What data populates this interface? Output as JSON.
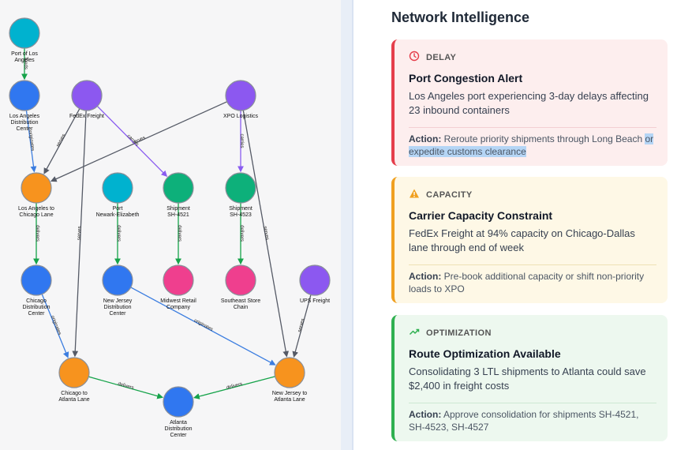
{
  "graph": {
    "nodes": [
      {
        "id": "port-la",
        "label": [
          "Port of Los",
          "Angeles"
        ],
        "color": "#00b2cf",
        "icon": "port-node"
      },
      {
        "id": "la-dc",
        "label": [
          "Los Angeles",
          "Distribution",
          "Center"
        ],
        "color": "#3077f0",
        "icon": "dc-node"
      },
      {
        "id": "fedex",
        "label": [
          "FedEx Freight"
        ],
        "color": "#8c58f0",
        "icon": "carrier-node"
      },
      {
        "id": "xpo",
        "label": [
          "XPO Logistics"
        ],
        "color": "#8c58f0",
        "icon": "carrier-node"
      },
      {
        "id": "la-chi",
        "label": [
          "Los Angeles to",
          "Chicago Lane"
        ],
        "color": "#f7931e",
        "icon": "lane-node"
      },
      {
        "id": "port-nj",
        "label": [
          "Port",
          "Newark-Elizabeth"
        ],
        "color": "#00b2cf",
        "icon": "port-node"
      },
      {
        "id": "sh4521",
        "label": [
          "Shipment",
          "SH-4521"
        ],
        "color": "#0db07a",
        "icon": "shipment-node"
      },
      {
        "id": "sh4523",
        "label": [
          "Shipment",
          "SH-4523"
        ],
        "color": "#0db07a",
        "icon": "shipment-node"
      },
      {
        "id": "chi-dc",
        "label": [
          "Chicago",
          "Distribution",
          "Center"
        ],
        "color": "#3077f0",
        "icon": "dc-node"
      },
      {
        "id": "nj-dc",
        "label": [
          "New Jersey",
          "Distribution",
          "Center"
        ],
        "color": "#3077f0",
        "icon": "dc-node"
      },
      {
        "id": "midwest",
        "label": [
          "Midwest Retail",
          "Company"
        ],
        "color": "#ef3f8e",
        "icon": "customer-node"
      },
      {
        "id": "southeast",
        "label": [
          "Southeast Store",
          "Chain"
        ],
        "color": "#ef3f8e",
        "icon": "customer-node"
      },
      {
        "id": "ups",
        "label": [
          "UPS Freight"
        ],
        "color": "#8c58f0",
        "icon": "carrier-node"
      },
      {
        "id": "chi-atl",
        "label": [
          "Chicago to",
          "Atlanta Lane"
        ],
        "color": "#f7931e",
        "icon": "lane-node"
      },
      {
        "id": "nj-atl",
        "label": [
          "New Jersey to",
          "Atlanta Lane"
        ],
        "color": "#f7931e",
        "icon": "lane-node"
      },
      {
        "id": "atl-dc",
        "label": [
          "Atlanta",
          "Distribution",
          "Center"
        ],
        "color": "#3077f0",
        "icon": "dc-node"
      }
    ],
    "edges": [
      {
        "from": "port-la",
        "to": "la-dc",
        "label": "feeds",
        "color": "#16a34a"
      },
      {
        "from": "la-dc",
        "to": "la-chi",
        "label": "originates",
        "color": "#3b7de0"
      },
      {
        "from": "fedex",
        "to": "la-chi",
        "label": "serves",
        "color": "#555a66"
      },
      {
        "from": "xpo",
        "to": "la-chi",
        "label": "serves",
        "color": "#555a66"
      },
      {
        "from": "fedex",
        "to": "sh4521",
        "label": "carries",
        "color": "#8a5cf0"
      },
      {
        "from": "xpo",
        "to": "sh4523",
        "label": "carries",
        "color": "#8a5cf0"
      },
      {
        "from": "fedex",
        "to": "chi-atl",
        "label": "serves",
        "color": "#555a66"
      },
      {
        "from": "xpo",
        "to": "nj-atl",
        "label": "serves",
        "color": "#555a66"
      },
      {
        "from": "la-chi",
        "to": "chi-dc",
        "label": "delivers",
        "color": "#16a34a"
      },
      {
        "from": "port-nj",
        "to": "nj-dc",
        "label": "delivers",
        "color": "#16a34a"
      },
      {
        "from": "sh4521",
        "to": "midwest",
        "label": "delivers",
        "color": "#16a34a"
      },
      {
        "from": "sh4523",
        "to": "southeast",
        "label": "delivers",
        "color": "#16a34a"
      },
      {
        "from": "chi-dc",
        "to": "chi-atl",
        "label": "originates",
        "color": "#3b7de0"
      },
      {
        "from": "nj-dc",
        "to": "nj-atl",
        "label": "originates",
        "color": "#3b7de0"
      },
      {
        "from": "ups",
        "to": "nj-atl",
        "label": "serves",
        "color": "#555a66"
      },
      {
        "from": "chi-atl",
        "to": "atl-dc",
        "label": "delivers",
        "color": "#16a34a"
      },
      {
        "from": "nj-atl",
        "to": "atl-dc",
        "label": "delivers",
        "color": "#16a34a"
      }
    ]
  },
  "panel": {
    "title": "Network Intelligence",
    "cards": [
      {
        "type": "DELAY",
        "icon": "clock-icon",
        "accent": "#e53e4b",
        "title": "Port Congestion Alert",
        "description": "Los Angeles port experiencing 3-day delays affecting 23 inbound containers",
        "action_label": "Action:",
        "action_text_a": "Reroute priority shipments through Long Beach ",
        "action_text_b": "or expedite customs clearance"
      },
      {
        "type": "CAPACITY",
        "icon": "warning-icon",
        "accent": "#f0a020",
        "title": "Carrier Capacity Constraint",
        "description": "FedEx Freight at 94% capacity on Chicago-Dallas lane through end of week",
        "action_label": "Action:",
        "action_text": "Pre-book additional capacity or shift non-priority loads to XPO"
      },
      {
        "type": "OPTIMIZATION",
        "icon": "trending-up-icon",
        "accent": "#2fb050",
        "title": "Route Optimization Available",
        "description": "Consolidating 3 LTL shipments to Atlanta could save $2,400 in freight costs",
        "action_label": "Action:",
        "action_text": "Approve consolidation for shipments SH-4521, SH-4523, SH-4527"
      }
    ]
  }
}
